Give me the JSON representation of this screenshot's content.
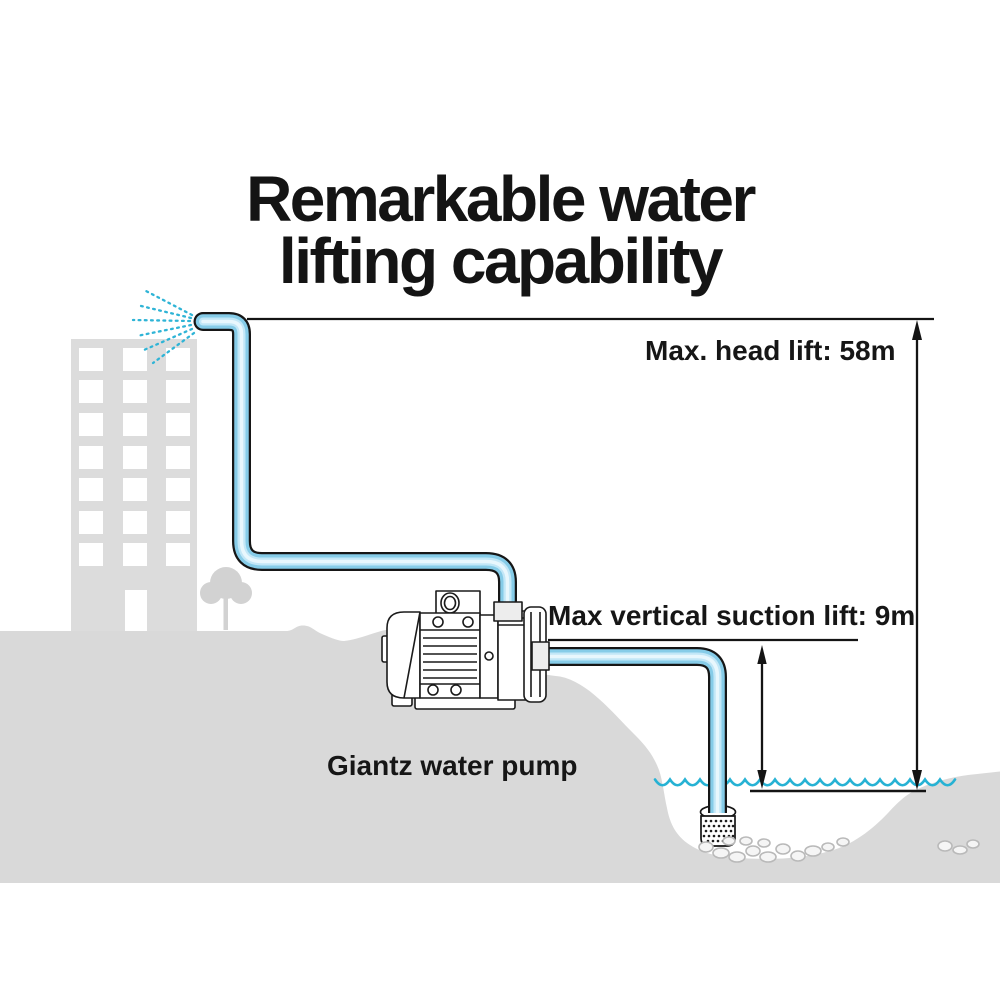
{
  "title": {
    "line1": "Remarkable water",
    "line2": "lifting capability"
  },
  "annotations": {
    "max_head_lift_label": "Max. head lift: 58m",
    "max_suction_lift_label": "Max vertical suction lift: 9m",
    "pump_label": "Giantz water pump"
  },
  "measurements": {
    "max_head_lift": "58m",
    "max_vertical_suction_lift": "9m"
  },
  "brand": "Giantz",
  "colors": {
    "pipe_blue": "#86cce8",
    "pipe_highlight": "#e8f7fd",
    "water_cyan": "#27b2d4",
    "silhouette_gray": "#d9d9d9",
    "ink": "#161616"
  },
  "icons": [
    "spray-icon",
    "building-silhouette",
    "tree-icon",
    "water-pump-illustration",
    "strainer-icon",
    "water-surface-waves",
    "up-arrow-icon",
    "down-arrow-icon"
  ]
}
